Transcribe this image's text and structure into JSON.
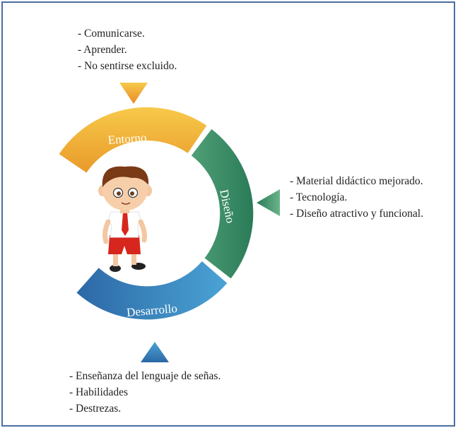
{
  "segments": {
    "entorno": {
      "label": "Entorno",
      "color_light": "#f6c343",
      "color_dark": "#e99a2a"
    },
    "diseno": {
      "label": "Diseño",
      "color_light": "#5aa77e",
      "color_dark": "#2a7b58"
    },
    "desarrollo": {
      "label": "Desarrollo",
      "color_light": "#4aa3d4",
      "color_dark": "#2c68a6"
    }
  },
  "lists": {
    "entorno": [
      "- Comunicarse.",
      "- Aprender.",
      "- No sentirse excluido."
    ],
    "diseno": [
      "- Material didáctico mejorado.",
      "- Tecnología.",
      "- Diseño atractivo y funcional."
    ],
    "desarrollo": [
      "- Enseñanza del lenguaje de señas.",
      "- Habilidades",
      "- Destrezas."
    ]
  },
  "frame_color": "#4a6fa5",
  "center_image": "boy-character-illustration"
}
